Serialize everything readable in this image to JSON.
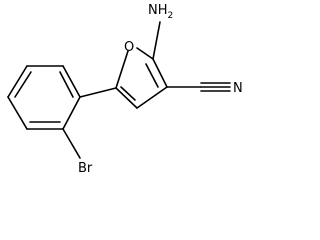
{
  "molecule": {
    "atoms": {
      "oxygen": "O",
      "amino_main": "NH",
      "amino_sub": "2",
      "nitrile_n": "N",
      "bromine": "Br"
    }
  }
}
